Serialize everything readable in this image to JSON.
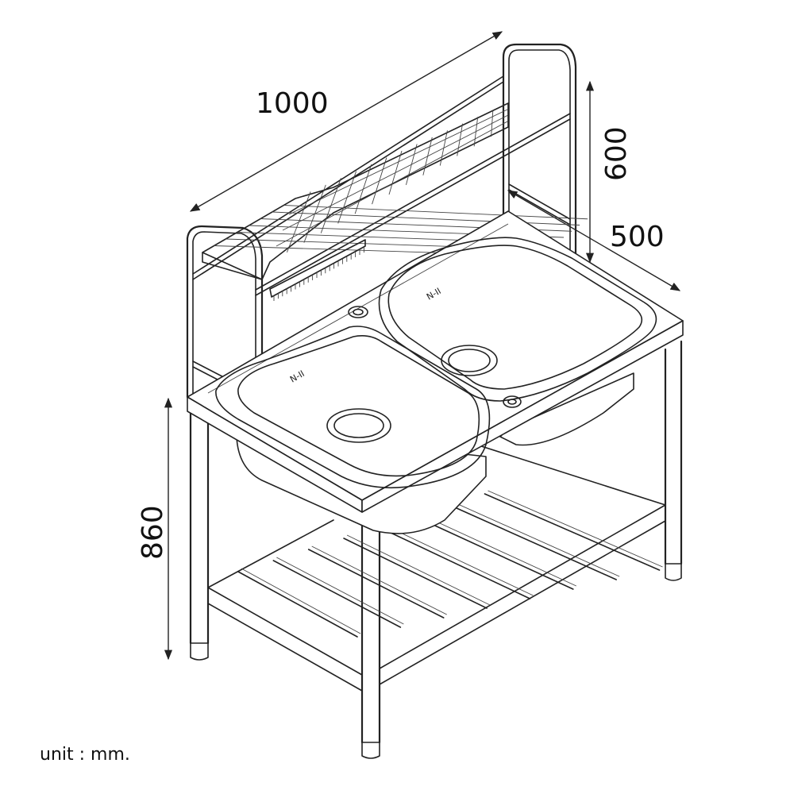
{
  "dimensions": {
    "width": "1000",
    "height_rack": "600",
    "depth": "500",
    "height_table": "860"
  },
  "bowl_marks": {
    "left": "N-II",
    "right": "N-II"
  },
  "unit_label": "unit : mm.",
  "colors": {
    "line": "#222222",
    "background": "#ffffff"
  }
}
